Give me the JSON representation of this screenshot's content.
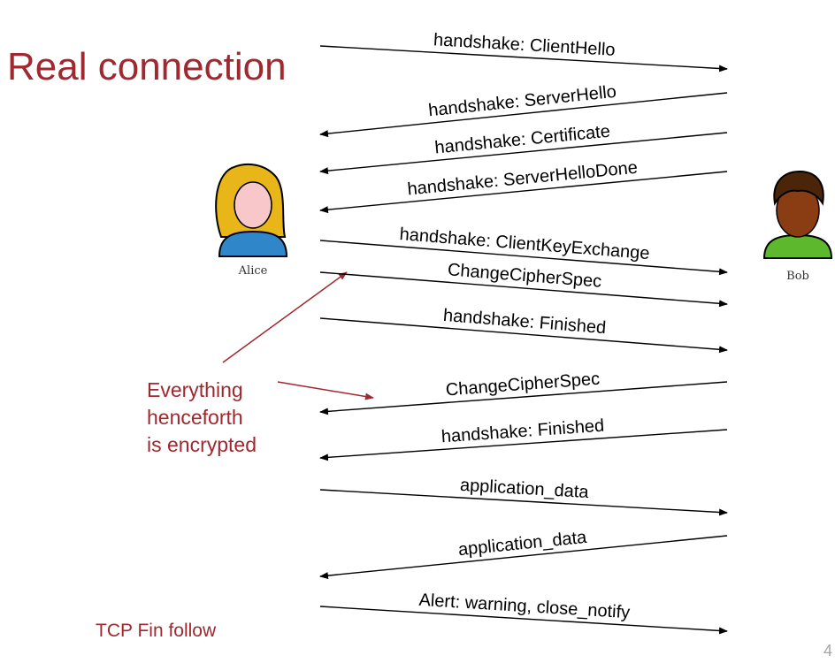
{
  "title": "Real connection",
  "actors": {
    "alice": "Alice",
    "bob": "Bob"
  },
  "messages": [
    {
      "label": "handshake: ClientHello",
      "direction": "to-bob"
    },
    {
      "label": "handshake: ServerHello",
      "direction": "to-alice"
    },
    {
      "label": "handshake: Certificate",
      "direction": "to-alice"
    },
    {
      "label": "handshake: ServerHelloDone",
      "direction": "to-alice"
    },
    {
      "label": "handshake: ClientKeyExchange",
      "direction": "to-bob"
    },
    {
      "label": "ChangeCipherSpec",
      "direction": "to-bob"
    },
    {
      "label": "handshake: Finished",
      "direction": "to-bob"
    },
    {
      "label": "ChangeCipherSpec",
      "direction": "to-alice"
    },
    {
      "label": "handshake: Finished",
      "direction": "to-alice"
    },
    {
      "label": "application_data",
      "direction": "to-bob"
    },
    {
      "label": "application_data",
      "direction": "to-alice"
    },
    {
      "label": "Alert: warning, close_notify",
      "direction": "to-bob"
    }
  ],
  "annotation": {
    "lines": [
      "Everything",
      "henceforth",
      "is encrypted"
    ]
  },
  "footer_note": "TCP Fin follow",
  "page_number": "4",
  "colors": {
    "accent": "#a0282f",
    "arrow": "#000000",
    "annotation_arrow": "#a0282f",
    "alice_hair": "#e9b61a",
    "alice_skin": "#f8c7c9",
    "alice_shirt": "#2f86c9",
    "bob_hair": "#4a2509",
    "bob_skin": "#8a3c12",
    "bob_shirt": "#5eb82d"
  }
}
